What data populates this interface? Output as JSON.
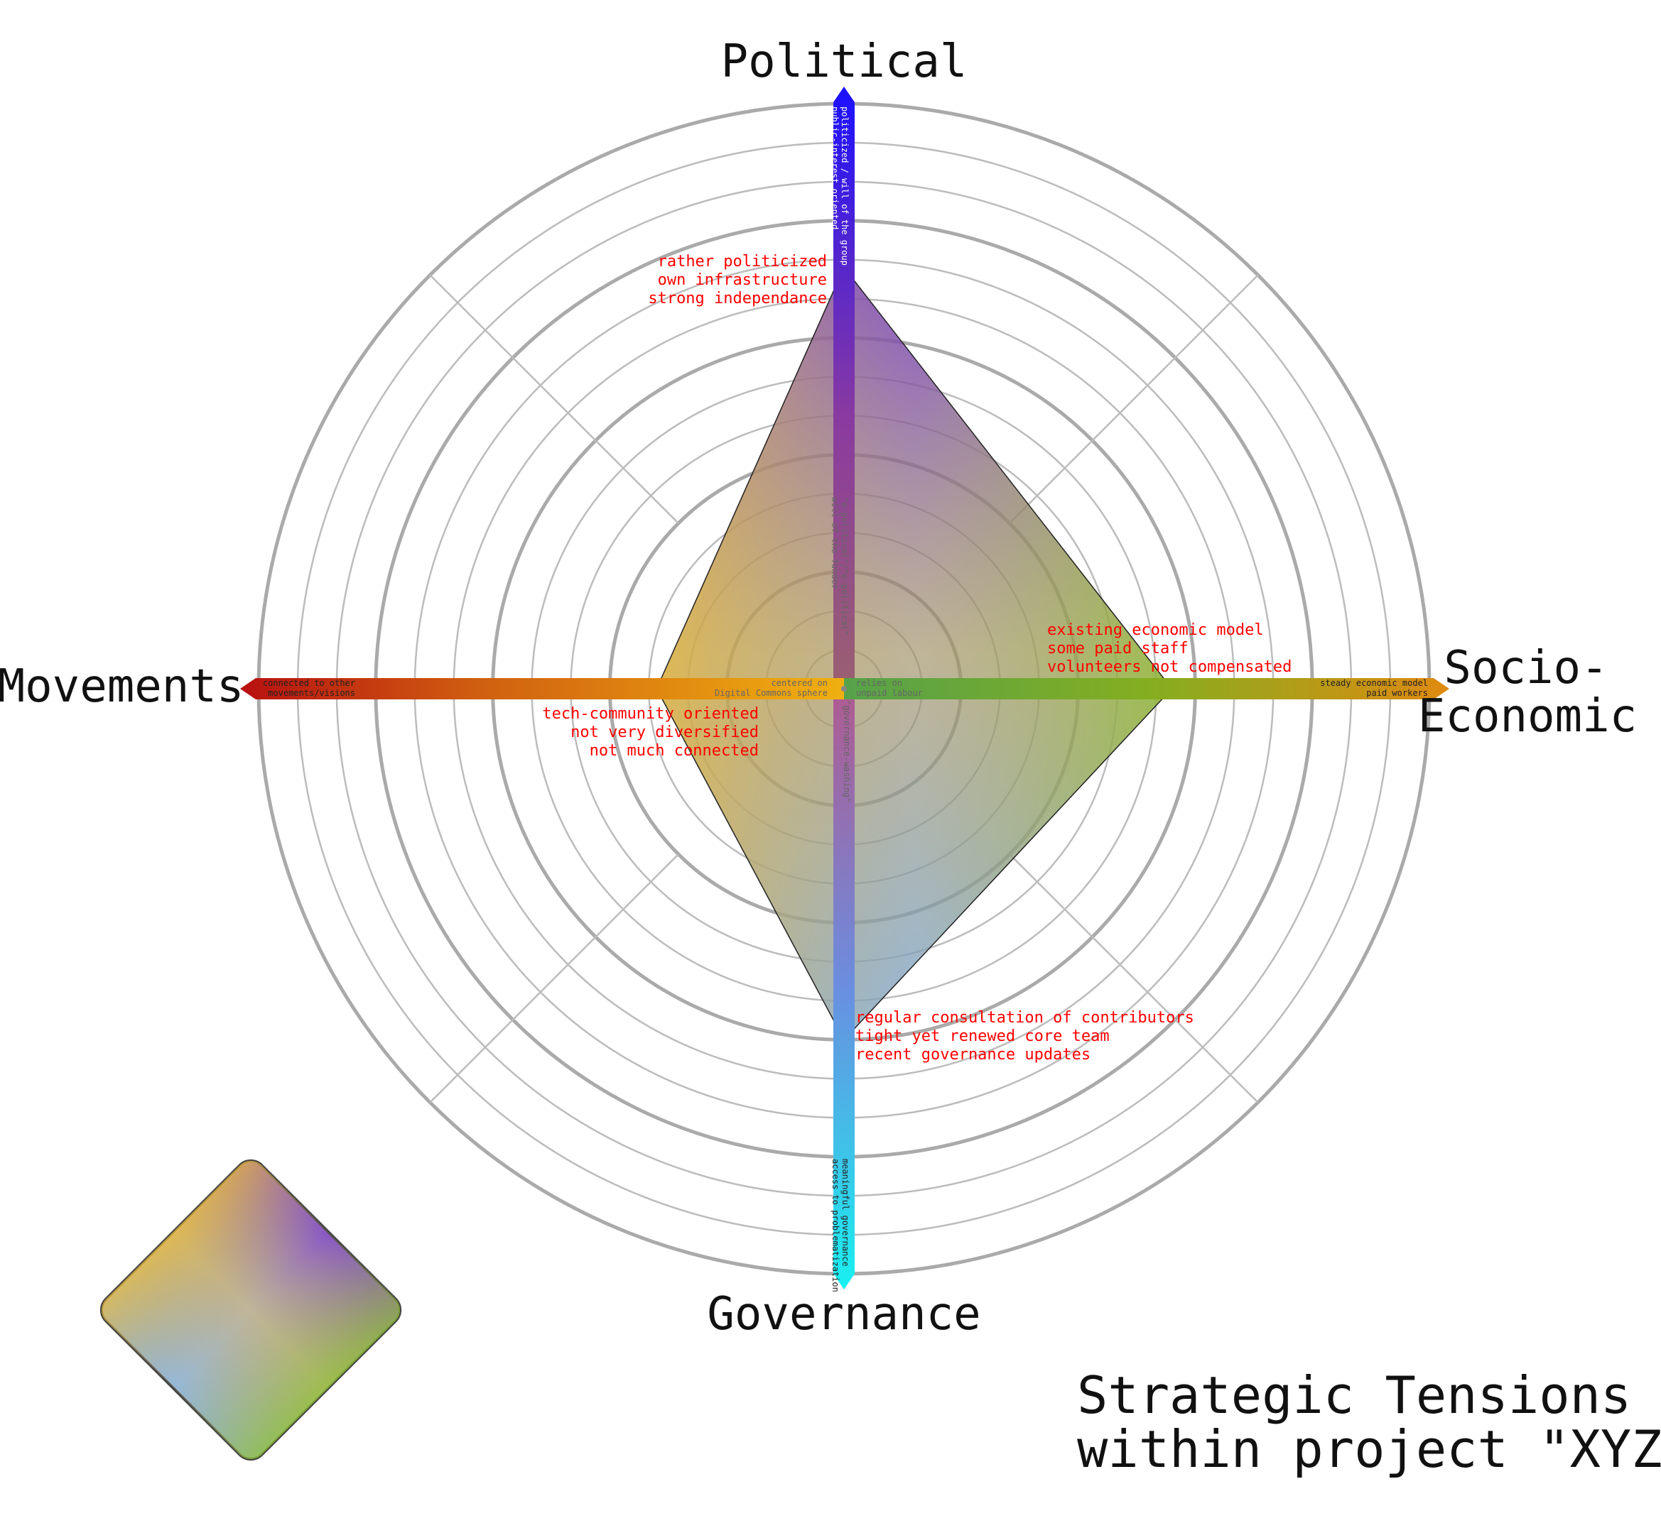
{
  "title": {
    "line1": "Strategic Tensions",
    "line2": "within project \"XYZ\""
  },
  "axes": {
    "political": {
      "title": "Political",
      "outer_label": [
        "politicized / will of the group",
        "public-interest oriented"
      ],
      "center_label": [
        "\"a-political\"/\"a-political\"",
        "will of the funder"
      ],
      "color_outer": "#1a10ff",
      "color_inner": "#a05a70"
    },
    "socio_economic": {
      "title_line1": "Socio-",
      "title_line2": "Economic",
      "outer_label": [
        "steady economic model",
        "paid workers"
      ],
      "center_label": [
        "relies on",
        "unpaid labour"
      ],
      "color_outer": "#e08a10",
      "color_inner": "#56a24a"
    },
    "governance": {
      "title": "Governance",
      "outer_label": [
        "meaningful governance",
        "access to problematization"
      ],
      "center_label": [
        "\"governance-washing\""
      ],
      "color_outer": "#18f0f0",
      "color_inner": "#b05a90"
    },
    "movements": {
      "title": "Movements",
      "outer_label": [
        "connected to other",
        "movements/visions"
      ],
      "center_label": [
        "centered on",
        "Digital Commons sphere"
      ],
      "color_outer": "#b81010",
      "color_inner": "#f0b010"
    }
  },
  "annotations": {
    "political": [
      "rather politicized",
      "own infrastructure",
      "strong independance"
    ],
    "socio_economic": [
      "existing economic model",
      "some paid staff",
      "volunteers not compensated"
    ],
    "movements": [
      "tech-community oriented",
      "not very diversified",
      "not much connected"
    ],
    "governance": [
      "regular consultation of contributors",
      "tight yet renewed core team",
      "recent governance updates"
    ]
  },
  "chart_data": {
    "type": "radar",
    "scale": {
      "min": 0,
      "max": 1
    },
    "rings": 15,
    "axes_order": [
      "Political",
      "Socio-Economic",
      "Governance",
      "Movements"
    ],
    "values": {
      "Political": 0.72,
      "Socio-Economic": 0.56,
      "Governance": 0.6,
      "Movements": 0.32
    },
    "fill_colors": {
      "Political": "#7a3fd0",
      "Socio-Economic": "#8fbf2f",
      "Governance": "#5aa0e6",
      "Movements": "#e8b83a"
    },
    "legend_shape": "diamond"
  }
}
